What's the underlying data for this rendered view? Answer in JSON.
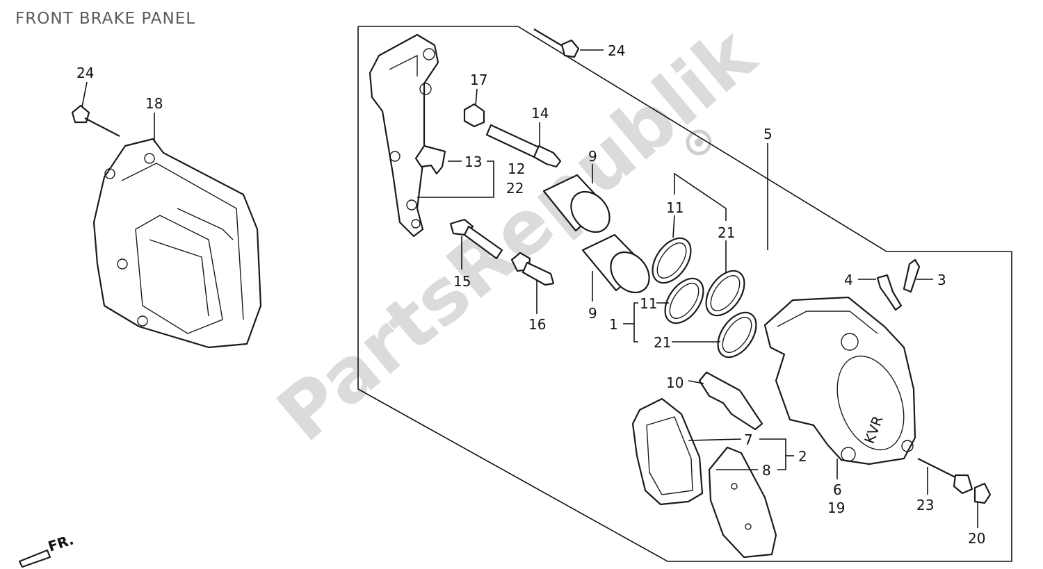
{
  "title": "FRONT BRAKE PANEL",
  "watermark": "PartsRepublik",
  "direction_marker": "FR.",
  "caliper_marking": "KVR",
  "callouts": {
    "c24a": "24",
    "c18": "18",
    "c24b": "24",
    "c17": "17",
    "c14": "14",
    "c13": "13",
    "c12": "12",
    "c22": "22",
    "c9a": "9",
    "c9b": "9",
    "c15": "15",
    "c16": "16",
    "c5": "5",
    "c11a": "11",
    "c21a": "21",
    "c11b": "11",
    "c21b": "21",
    "c1": "1",
    "c4": "4",
    "c3": "3",
    "c10": "10",
    "c7": "7",
    "c2": "2",
    "c8": "8",
    "c6": "6",
    "c19": "19",
    "c23": "23",
    "c20": "20"
  }
}
